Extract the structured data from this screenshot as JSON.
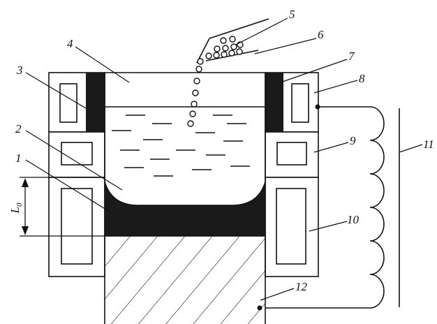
{
  "labels": {
    "l1": "1",
    "l2": "2",
    "l3": "3",
    "l4": "4",
    "l5": "5",
    "l6": "6",
    "l7": "7",
    "l8": "8",
    "l9": "9",
    "l10": "10",
    "l11": "11",
    "l12": "12",
    "dimension_main": "L",
    "dimension_sub": "0"
  },
  "colors": {
    "ink": "#111111",
    "fill_dark": "#1a1a1a",
    "paper": "#ffffff"
  }
}
